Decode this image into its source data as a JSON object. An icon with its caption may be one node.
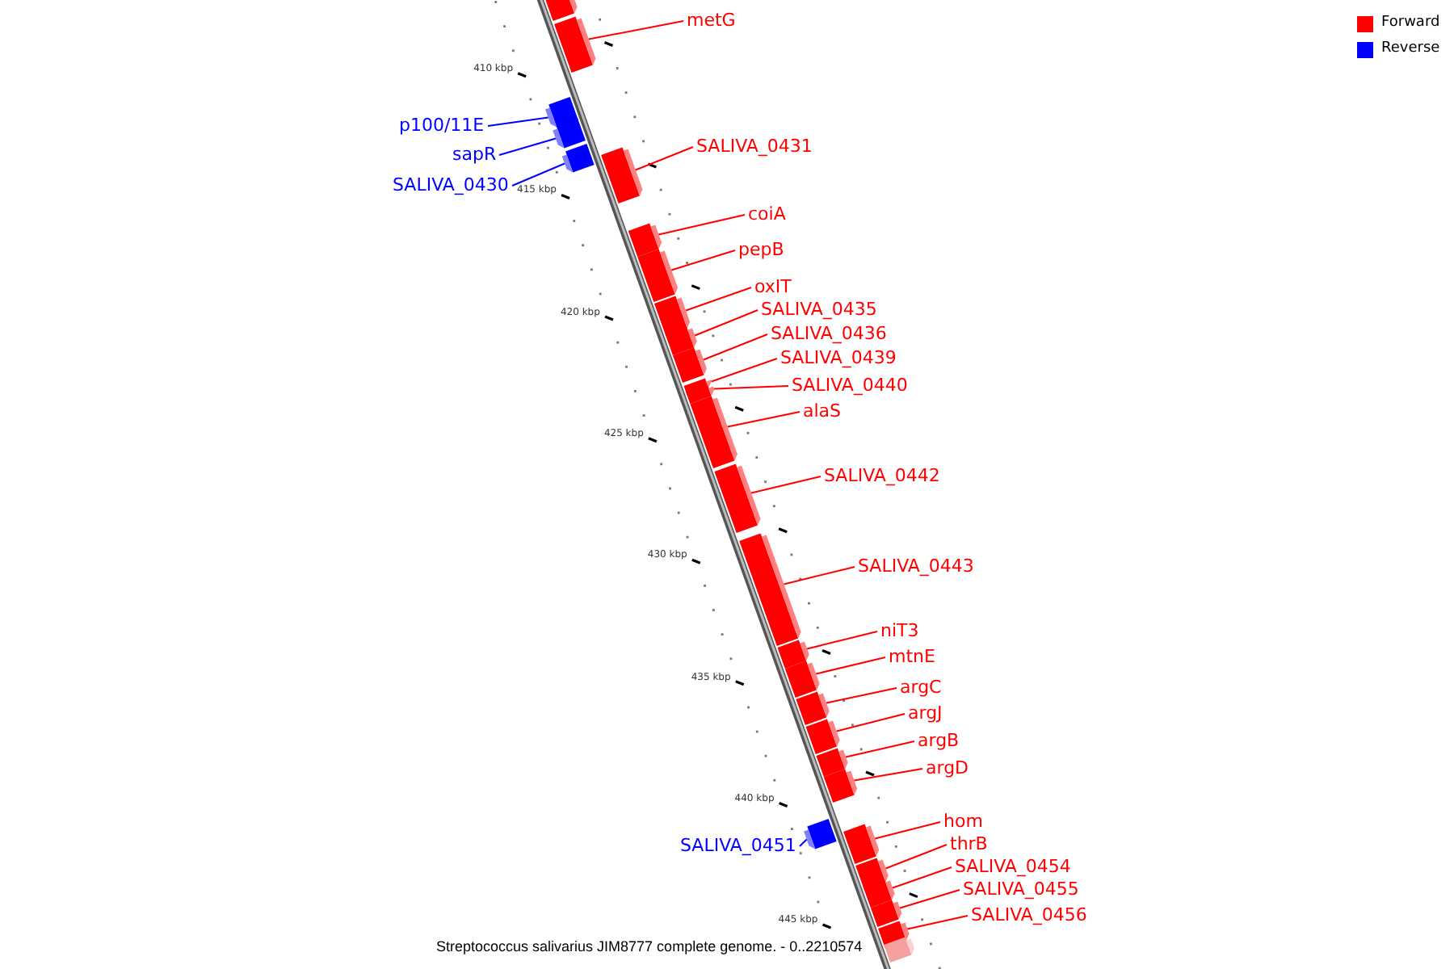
{
  "diagram": {
    "caption": "Streptococcus salivarius JIM8777 complete genome. - 0..2210574",
    "nodes": [
      {
        "text": [],
        "shape": "bar"
      },
      {
        "text": [
          "metG"
        ]
      },
      {
        "text": [],
        "shape": "bar"
      },
      {
        "text": [
          "p100/11E"
        ]
      },
      {
        "text": [],
        "shape": "bar"
      },
      {
        "text": [
          "sapR"
        ]
      },
      {
        "text": [],
        "shape": "bar"
      },
      {
        "text": [
          "SALIVA_0430"
        ]
      },
      {
        "text": [],
        "shape": "bar"
      },
      {
        "text": [
          "SALIVA_0431"
        ]
      },
      {
        "text": [],
        "shape": "bar"
      },
      {
        "text": [
          "coiA"
        ]
      },
      {
        "text": [],
        "shape": "bar"
      },
      {
        "text": [
          "pepB"
        ]
      },
      {
        "text": [],
        "shape": "bar"
      },
      {
        "text": [
          "oxIT"
        ]
      },
      {
        "text": [],
        "shape": "bar"
      },
      {
        "text": [
          "SALIVA_0435"
        ]
      },
      {
        "text": [],
        "shape": "bar"
      },
      {
        "text": [
          "SALIVA_0436"
        ]
      },
      {
        "text": [],
        "shape": "bar"
      },
      {
        "text": [
          "SALIVA_0439"
        ]
      },
      {
        "text": [],
        "shape": "bar"
      },
      {
        "text": [
          "SALIVA_0440"
        ]
      },
      {
        "text": [],
        "shape": "bar"
      },
      {
        "text": [
          "alaS"
        ]
      },
      {
        "text": [],
        "shape": "bar"
      },
      {
        "text": [
          "SALIVA_0442"
        ]
      },
      {
        "text": [],
        "shape": "bar"
      },
      {
        "text": [
          "SALIVA_0443"
        ]
      },
      {
        "text": [],
        "shape": "bar"
      },
      {
        "text": [
          "niT3"
        ]
      },
      {
        "text": [],
        "shape": "bar"
      },
      {
        "text": [
          "mtnE"
        ]
      },
      {
        "text": [],
        "shape": "bar"
      },
      {
        "text": [
          "argC"
        ]
      },
      {
        "text": [],
        "shape": "bar"
      },
      {
        "text": [
          "argJ"
        ]
      },
      {
        "text": [],
        "shape": "bar"
      },
      {
        "text": [
          "argB"
        ]
      },
      {
        "text": [],
        "shape": "bar"
      },
      {
        "text": [
          "argD"
        ]
      },
      {
        "text": [],
        "shape": "bar"
      },
      {
        "text": [
          "SALIVA_0451"
        ]
      },
      {
        "text": [],
        "shape": "bar"
      },
      {
        "text": [
          "hom"
        ]
      },
      {
        "text": [],
        "shape": "bar"
      },
      {
        "text": [
          "thrB"
        ]
      },
      {
        "text": [],
        "shape": "bar"
      },
      {
        "text": [
          "SALIVA_0454"
        ]
      },
      {
        "text": [],
        "shape": "bar"
      },
      {
        "text": [
          "SALIVA_0455"
        ]
      },
      {
        "text": [],
        "shape": "bar"
      },
      {
        "text": [
          "SALIVA_0456"
        ]
      },
      {
        "text": [],
        "shape": "bar"
      },
      {
        "text": [],
        "shape": "bar"
      }
    ],
    "edges": [
      {
        "from": 1,
        "to": 2,
        "arrow": "none"
      },
      {
        "from": 3,
        "to": 4,
        "arrow": "none",
        "color": "#0000ff"
      },
      {
        "from": 5,
        "to": 6,
        "arrow": "none",
        "color": "#0000ff"
      },
      {
        "from": 7,
        "to": 8,
        "arrow": "none",
        "color": "#0000ff"
      },
      {
        "from": 9,
        "to": 10,
        "arrow": "none"
      },
      {
        "from": 11,
        "to": 12,
        "arrow": "none"
      },
      {
        "from": 13,
        "to": 14,
        "arrow": "none"
      },
      {
        "from": 15,
        "to": 16,
        "arrow": "none"
      },
      {
        "from": 17,
        "to": 18,
        "arrow": "none"
      },
      {
        "from": 19,
        "to": 20,
        "arrow": "none"
      },
      {
        "from": 21,
        "to": 22,
        "arrow": "none"
      },
      {
        "from": 23,
        "to": 24,
        "arrow": "none"
      },
      {
        "from": 25,
        "to": 26,
        "arrow": "none"
      },
      {
        "from": 27,
        "to": 28,
        "arrow": "none"
      },
      {
        "from": 29,
        "to": 30,
        "arrow": "none"
      },
      {
        "from": 31,
        "to": 32,
        "arrow": "none"
      },
      {
        "from": 33,
        "to": 34,
        "arrow": "none"
      },
      {
        "from": 35,
        "to": 36,
        "arrow": "none"
      },
      {
        "from": 37,
        "to": 38,
        "arrow": "none"
      },
      {
        "from": 39,
        "to": 40,
        "arrow": "none"
      },
      {
        "from": 41,
        "to": 42,
        "arrow": "none"
      },
      {
        "from": 43,
        "to": 44,
        "arrow": "none",
        "color": "#0000ff"
      },
      {
        "from": 45,
        "to": 46,
        "arrow": "none"
      },
      {
        "from": 47,
        "to": 48,
        "arrow": "none"
      },
      {
        "from": 49,
        "to": 50,
        "arrow": "none"
      },
      {
        "from": 51,
        "to": 52,
        "arrow": "none"
      },
      {
        "from": 53,
        "to": 54,
        "arrow": "none"
      }
    ],
    "labels": [
      "410 kbp",
      "415 kbp",
      "420 kbp",
      "425 kbp",
      "430 kbp",
      "435 kbp",
      "440 kbp",
      "445 kbp"
    ],
    "legend": [
      {
        "text": "Forward",
        "color": "#ff0000"
      },
      {
        "text": "Reverse",
        "color": "#0000ff"
      }
    ]
  }
}
